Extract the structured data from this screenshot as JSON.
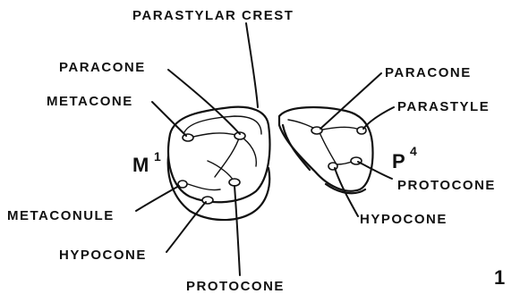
{
  "figure_number": "1",
  "teeth": {
    "left": {
      "name": "M",
      "sup": "1"
    },
    "right": {
      "name": "P",
      "sup": "4"
    }
  },
  "labels": {
    "parastylar_crest": "PARASTYLAR CREST",
    "m1_paracone": "PARACONE",
    "m1_metacone": "METACONE",
    "m1_metaconule": "METACONULE",
    "m1_hypocone": "HYPOCONE",
    "m1_protocone": "PROTOCONE",
    "p4_paracone": "PARACONE",
    "p4_parastyle": "PARASTYLE",
    "p4_protocone": "PROTOCONE",
    "p4_hypocone": "HYPOCONE"
  }
}
